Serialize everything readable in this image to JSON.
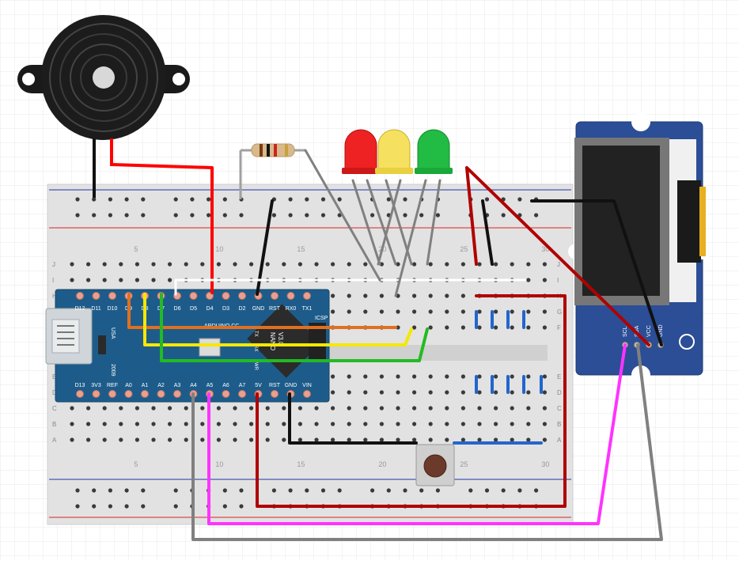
{
  "breadboard": {
    "row_letters_top": [
      "J",
      "I",
      "H",
      "G",
      "F"
    ],
    "row_letters_bottom": [
      "E",
      "D",
      "C",
      "B",
      "A"
    ],
    "column_markers": [
      "5",
      "10",
      "15",
      "20",
      "25",
      "30"
    ]
  },
  "arduino": {
    "top_pins": [
      "D12",
      "D11",
      "D10",
      "D9",
      "D8",
      "D7",
      "D6",
      "D5",
      "D4",
      "D3",
      "D2",
      "GND",
      "RST",
      "RX0",
      "TX1"
    ],
    "bottom_pins": [
      "D13",
      "3V3",
      "REF",
      "A0",
      "A1",
      "A2",
      "A3",
      "A4",
      "A5",
      "A6",
      "A7",
      "5V",
      "RST",
      "GND",
      "VIN"
    ],
    "brand": "ARDUINO.CC",
    "model_lines": [
      "NANO",
      "V3.0"
    ],
    "usb_label": "USA",
    "year": "2009",
    "icsp_label": "ICSP",
    "led_labels": [
      "TX",
      "RX",
      "PWR"
    ]
  },
  "oled": {
    "pins": [
      "SCL",
      "SDA",
      "VCC",
      "GND"
    ]
  },
  "colors": {
    "red_wire": "#ff0000",
    "dark_red_wire": "#b00000",
    "black_wire": "#111111",
    "gray_wire": "#808080",
    "white_wire": "#ffffff",
    "orange_wire": "#e07020",
    "yellow_wire": "#f5e800",
    "green_wire": "#22bb22",
    "magenta_wire": "#ff33ff",
    "blue_wire": "#2266cc",
    "nano_board": "#1d5c8a",
    "oled_board": "#2b4e96",
    "led_red": "#ee2222",
    "led_yellow": "#f5e060",
    "led_green": "#22bb44"
  },
  "icons": [
    "buzzer-icon",
    "resistor-icon",
    "led-icon",
    "push-button-icon",
    "usb-connector-icon",
    "oled-display-icon"
  ]
}
